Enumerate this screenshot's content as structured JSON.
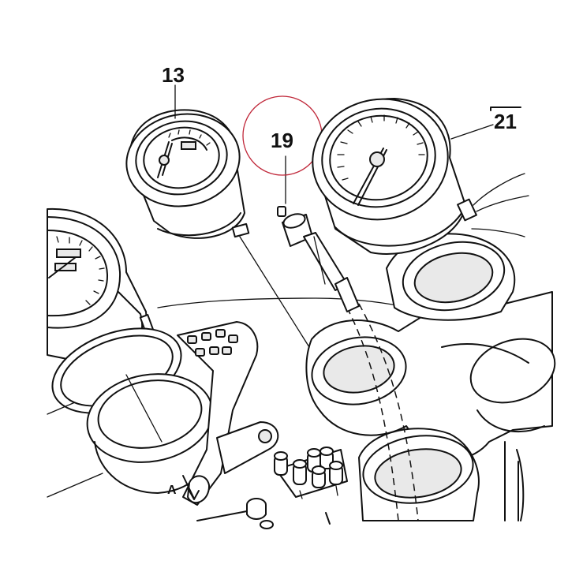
{
  "callouts": {
    "c13": "13",
    "c19": "19",
    "c21": "21",
    "cA": "A"
  },
  "highlight_color": "#c0283a",
  "line_color": "#111111"
}
